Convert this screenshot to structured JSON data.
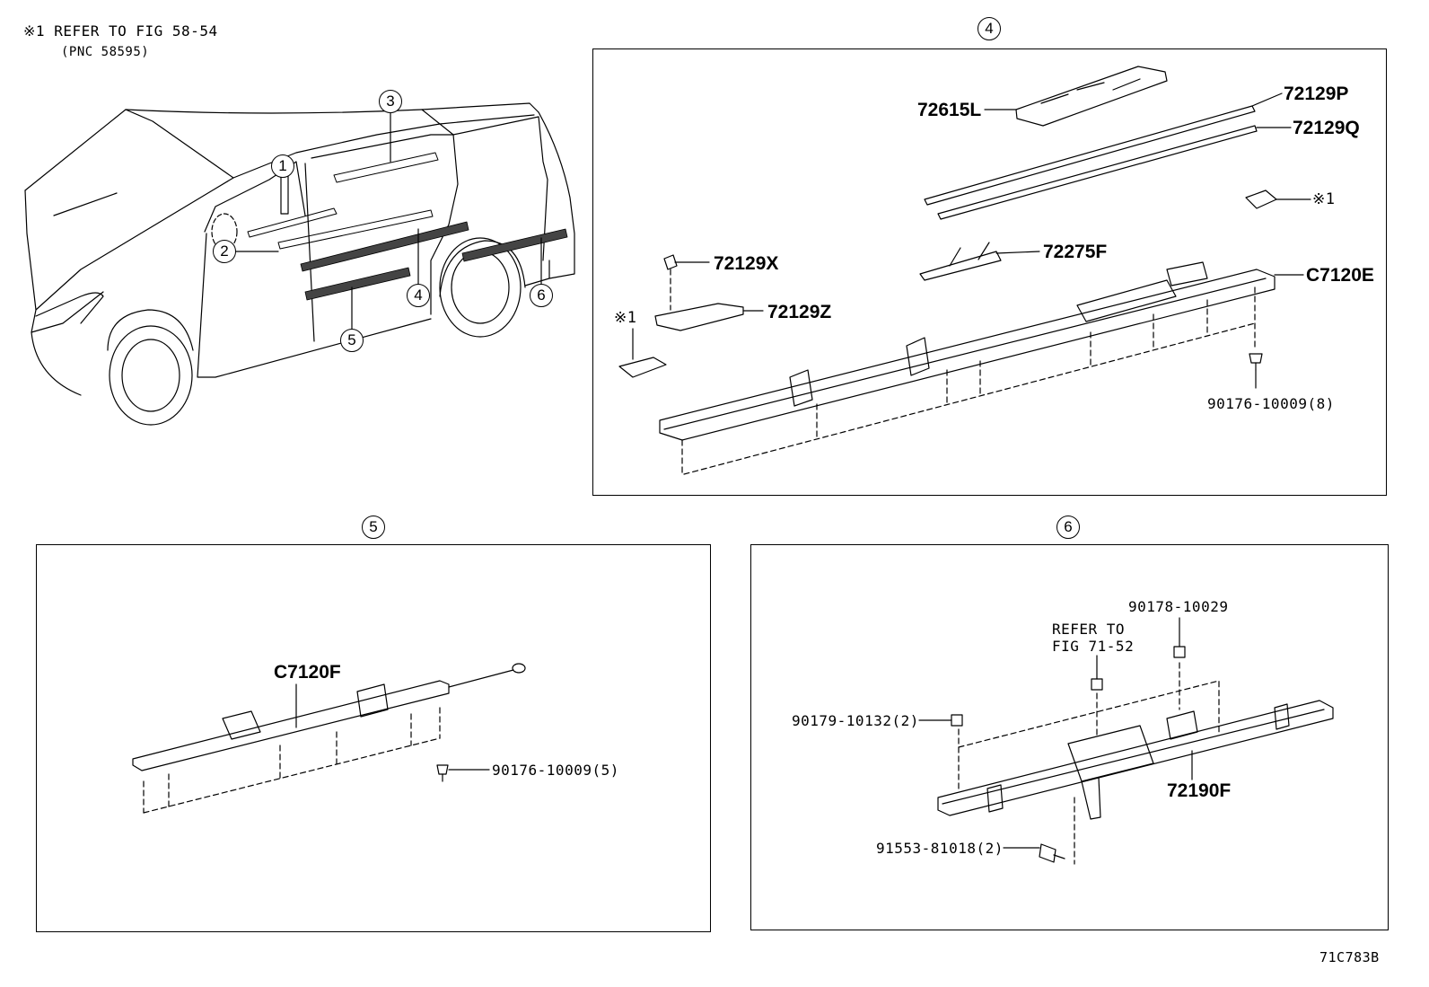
{
  "note": {
    "mark": "※1",
    "line1": "REFER TO FIG 58-54",
    "line2": "(PNC 58595)"
  },
  "overview": {
    "callouts": [
      "1",
      "2",
      "3",
      "4",
      "5",
      "6"
    ]
  },
  "panel4": {
    "index": "4",
    "parts": {
      "p72615L": "72615L",
      "p72129P": "72129P",
      "p72129Q": "72129Q",
      "ref1_right": "※1",
      "p72129X": "72129X",
      "p72275F": "72275F",
      "pC7120E": "C7120E",
      "ref1_left": "※1",
      "p72129Z": "72129Z",
      "p90176_8": "90176-10009(8)"
    }
  },
  "panel5": {
    "index": "5",
    "parts": {
      "pC7120F": "C7120F",
      "p90176_5": "90176-10009(5)"
    }
  },
  "panel6": {
    "index": "6",
    "parts": {
      "p90178": "90178-10029",
      "refer1": "REFER TO",
      "refer2": "FIG 71-52",
      "p90179": "90179-10132(2)",
      "p72190F": "72190F",
      "p91553": "91553-81018(2)"
    }
  },
  "figure_id": "71C783B"
}
